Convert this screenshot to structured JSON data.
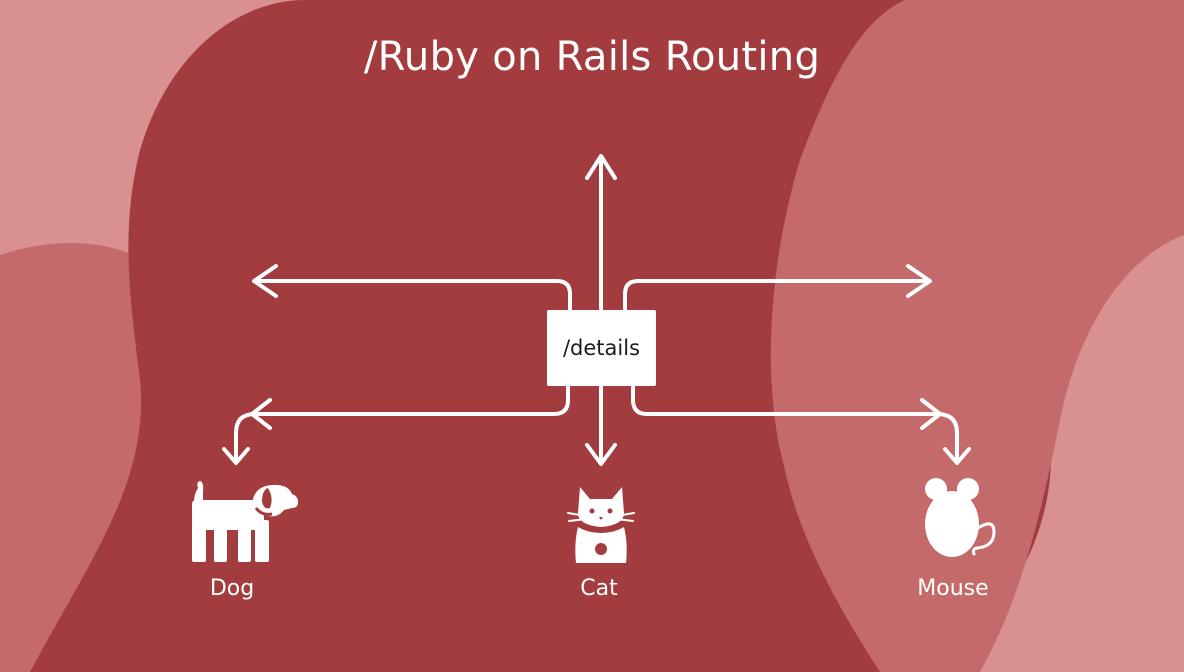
{
  "title": "/Ruby on Rails Routing",
  "route": "/details",
  "targets": [
    {
      "label": "Dog",
      "icon": "dog-icon"
    },
    {
      "label": "Cat",
      "icon": "cat-icon"
    },
    {
      "label": "Mouse",
      "icon": "mouse-icon"
    }
  ],
  "colors": {
    "background_light": "#d89090",
    "background_mid": "#c46a6a",
    "background_dark": "#a33c3f",
    "foreground": "#ffffff"
  }
}
